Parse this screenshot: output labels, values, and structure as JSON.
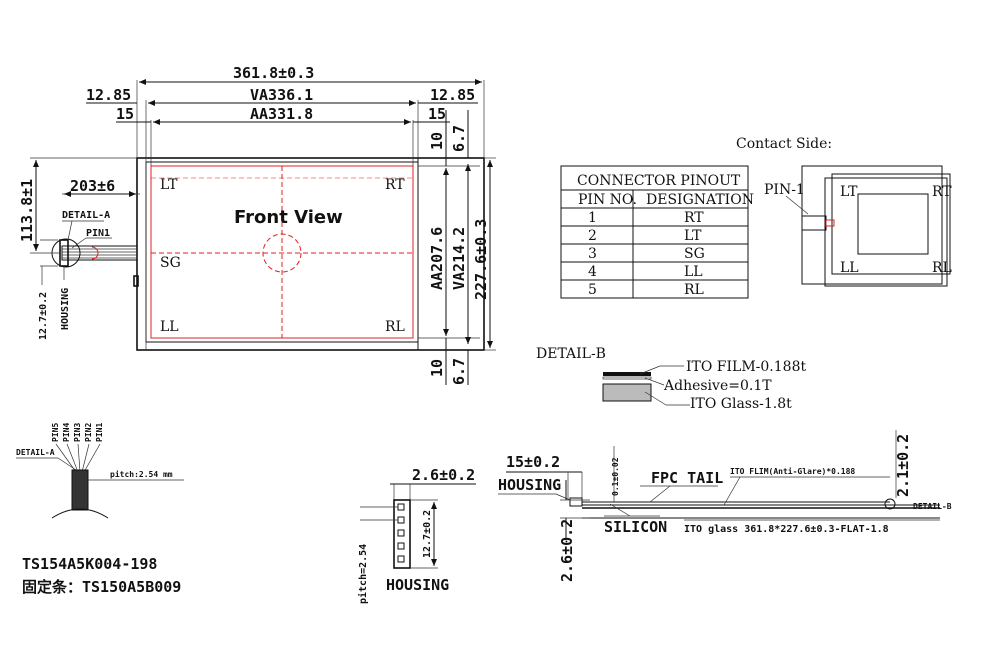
{
  "front": {
    "title": "Front View",
    "corner_lt": "LT",
    "corner_rt": "RT",
    "corner_sg": "SG",
    "corner_ll": "LL",
    "corner_rl": "RL",
    "dim_overall_width": "361.8±0.3",
    "dim_va_width": "VA336.1",
    "dim_aa_width": "AA331.8",
    "dim_left_1285": "12.85",
    "dim_right_1285": "12.85",
    "dim_left_15": "15",
    "dim_right_15": "15",
    "dim_top_10": "10",
    "dim_top_67": "6.7",
    "dim_bot_10": "10",
    "dim_bot_67": "6.7",
    "dim_aa_height": "AA207.6",
    "dim_va_height": "VA214.2",
    "dim_overall_height": "227.6±0.3",
    "dim_tail_length": "203±6",
    "dim_tail_offset": "113.8±1",
    "dim_pitch_total": "12.7±0.2",
    "detail_a": "DETAIL-A",
    "pin1": "PIN1",
    "housing": "HOUSING"
  },
  "pinout": {
    "title": "CONNECTOR PINOUT",
    "col_pin": "PIN NO.",
    "col_designation": "DESIGNATION",
    "rows": [
      {
        "pin": "1",
        "designation": "RT"
      },
      {
        "pin": "2",
        "designation": "LT"
      },
      {
        "pin": "3",
        "designation": "SG"
      },
      {
        "pin": "4",
        "designation": "LL"
      },
      {
        "pin": "5",
        "designation": "RL"
      }
    ]
  },
  "contact": {
    "title": "Contact  Side:",
    "pin1": "PIN-1",
    "lt": "LT",
    "rt": "RT",
    "ll": "LL",
    "rl": "RL"
  },
  "detail_b": {
    "title": "DETAIL-B",
    "ito_film": "ITO FILM-0.188t",
    "adhesive": "Adhesive=0.1T",
    "ito_glass": "ITO Glass-1.8t"
  },
  "detail_a": {
    "title": "DETAIL-A",
    "pins": [
      "PIN5",
      "PIN4",
      "PIN3",
      "PIN2",
      "PIN1"
    ],
    "pitch": "pitch:2.54 mm"
  },
  "housing_detail": {
    "dim_width": "2.6±0.2",
    "dim_height": "12.7±0.2",
    "pitch": "pitch=2.54",
    "label": "HOUSING"
  },
  "side": {
    "dim_15": "15±0.2",
    "housing": "HOUSING",
    "dim_01": "0.1±0.02",
    "fpc_tail": "FPC TAIL",
    "ito_film": "ITO FLIM(Anti-Glare)*0.188",
    "dim_21": "2.1±0.2",
    "detail_b": "DETAIL-B",
    "silicon": "SILICON",
    "ito_glass": "ITO glass 361.8*227.6±0.3-FLAT-1.8",
    "dim_26": "2.6±0.2"
  },
  "part": {
    "model": "TS154A5K004-198",
    "fixing": "固定条：TS150A5B009"
  }
}
